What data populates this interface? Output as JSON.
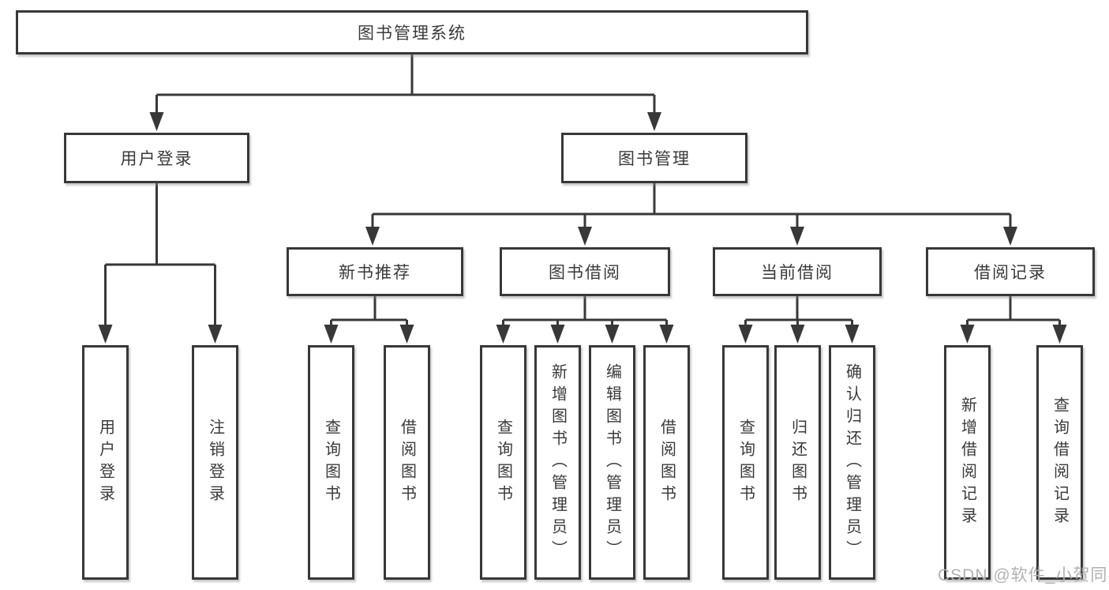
{
  "colors": {
    "line": "#383838",
    "box_border": "#383838",
    "text": "#3a3a3a",
    "watermark": "#b1b1b1",
    "background": "#ffffff"
  },
  "tree": {
    "label": "图书管理系统",
    "children": [
      {
        "label": "用户登录",
        "children": [
          {
            "label": "用户登录"
          },
          {
            "label": "注销登录"
          }
        ]
      },
      {
        "label": "图书管理",
        "children": [
          {
            "label": "新书推荐",
            "children": [
              {
                "label": "查询图书"
              },
              {
                "label": "借阅图书"
              }
            ]
          },
          {
            "label": "图书借阅",
            "children": [
              {
                "label": "查询图书"
              },
              {
                "label": "新增图书（管理员）"
              },
              {
                "label": "编辑图书（管理员）"
              },
              {
                "label": "借阅图书"
              }
            ]
          },
          {
            "label": "当前借阅",
            "children": [
              {
                "label": "查询图书"
              },
              {
                "label": "归还图书"
              },
              {
                "label": "确认归还（管理员）"
              }
            ]
          },
          {
            "label": "借阅记录",
            "children": [
              {
                "label": "新增借阅记录"
              },
              {
                "label": "查询借阅记录"
              }
            ]
          }
        ]
      }
    ]
  },
  "watermark": {
    "text": "CSDN @软件_小贺同学"
  }
}
